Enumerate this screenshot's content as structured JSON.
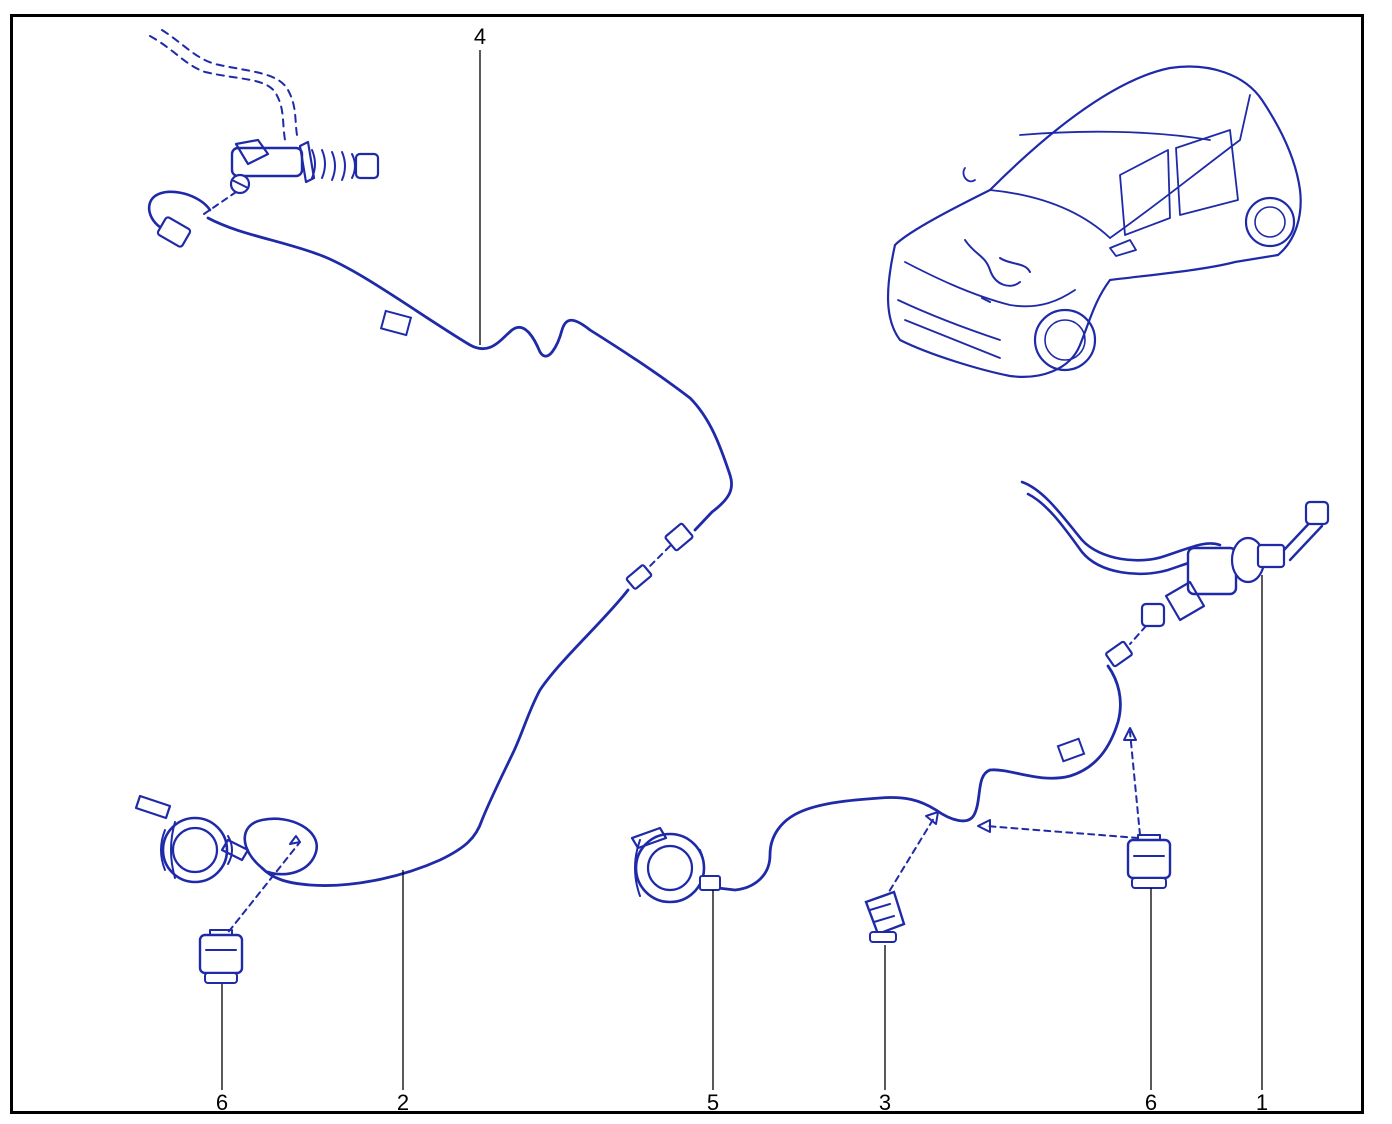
{
  "callouts": [
    {
      "id": "1",
      "label": "1"
    },
    {
      "id": "2",
      "label": "2"
    },
    {
      "id": "3",
      "label": "3"
    },
    {
      "id": "4",
      "label": "4"
    },
    {
      "id": "5",
      "label": "5"
    },
    {
      "id": "6a",
      "label": "6"
    },
    {
      "id": "6b",
      "label": "6"
    }
  ],
  "colors": {
    "line": "#1f2aa8",
    "frame": "#000000",
    "background": "#ffffff"
  }
}
